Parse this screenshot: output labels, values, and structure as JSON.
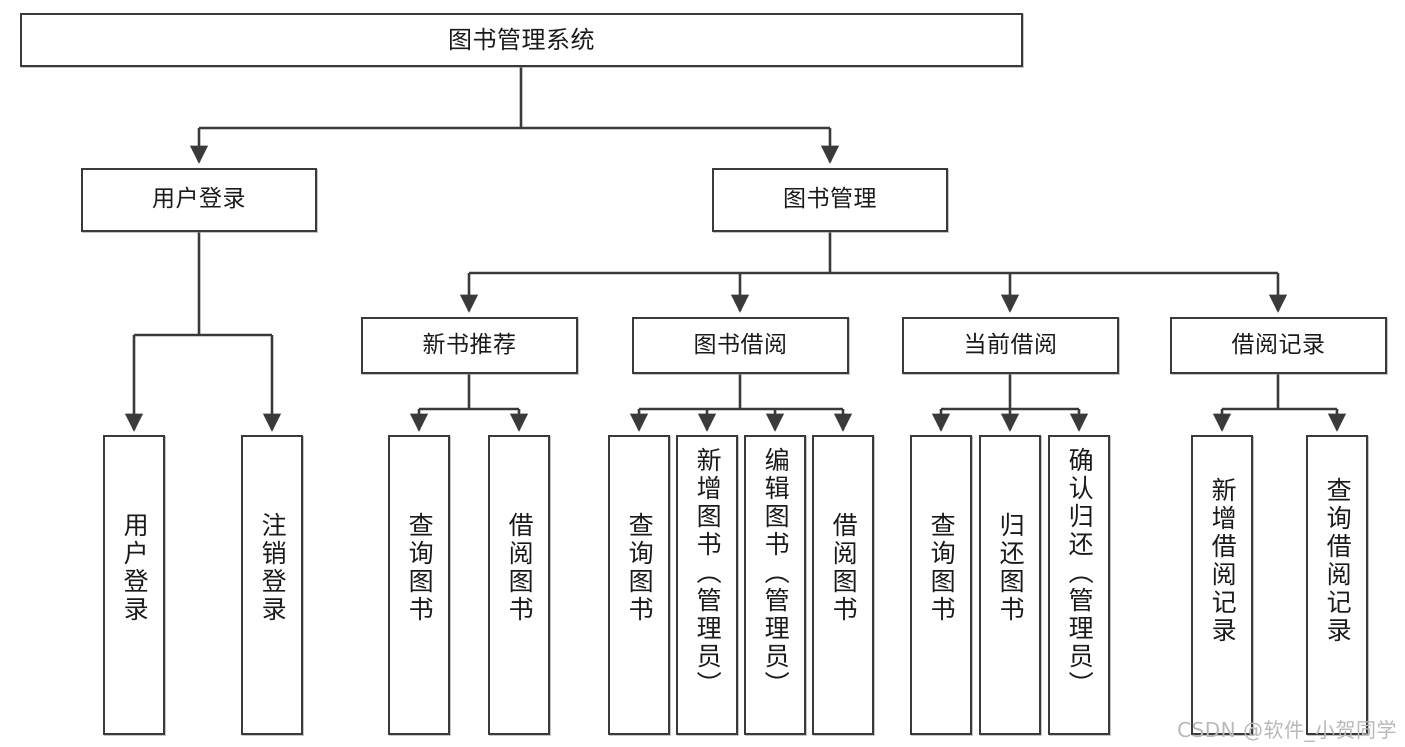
{
  "diagram": {
    "title": "图书管理系统",
    "type": "tree-hierarchy",
    "watermark": "CSDN @软件_小贺同学",
    "root": {
      "id": "root",
      "label": "图书管理系统"
    },
    "level2": [
      {
        "id": "user-login",
        "label": "用户登录"
      },
      {
        "id": "book-management",
        "label": "图书管理"
      }
    ],
    "level3": [
      {
        "id": "new-book-recommend",
        "label": "新书推荐",
        "parent": "book-management"
      },
      {
        "id": "book-borrow",
        "label": "图书借阅",
        "parent": "book-management"
      },
      {
        "id": "current-borrow",
        "label": "当前借阅",
        "parent": "book-management"
      },
      {
        "id": "borrow-record",
        "label": "借阅记录",
        "parent": "book-management"
      }
    ],
    "leaves": [
      {
        "id": "leaf-user-login",
        "label": "用户登录",
        "parent": "user-login"
      },
      {
        "id": "leaf-logout-login",
        "label": "注销登录",
        "parent": "user-login"
      },
      {
        "id": "leaf-query-book-1",
        "label": "查询图书",
        "parent": "new-book-recommend"
      },
      {
        "id": "leaf-borrow-book-1",
        "label": "借阅图书",
        "parent": "new-book-recommend"
      },
      {
        "id": "leaf-query-book-2",
        "label": "查询图书",
        "parent": "book-borrow"
      },
      {
        "id": "leaf-add-book",
        "label": "新增图书（管理员）",
        "parent": "book-borrow"
      },
      {
        "id": "leaf-edit-book",
        "label": "编辑图书（管理员）",
        "parent": "book-borrow"
      },
      {
        "id": "leaf-borrow-book-2",
        "label": "借阅图书",
        "parent": "book-borrow"
      },
      {
        "id": "leaf-query-book-3",
        "label": "查询图书",
        "parent": "current-borrow"
      },
      {
        "id": "leaf-return-book",
        "label": "归还图书",
        "parent": "current-borrow"
      },
      {
        "id": "leaf-confirm-return",
        "label": "确认归还（管理员）",
        "parent": "current-borrow"
      },
      {
        "id": "leaf-add-record",
        "label": "新增借阅记录",
        "parent": "borrow-record"
      },
      {
        "id": "leaf-query-record",
        "label": "查询借阅记录",
        "parent": "borrow-record"
      }
    ],
    "colors": {
      "stroke": "#3a3a3a",
      "fill": "#ffffff",
      "text": "#1a1a1a",
      "watermark": "#b9b9b9"
    }
  }
}
